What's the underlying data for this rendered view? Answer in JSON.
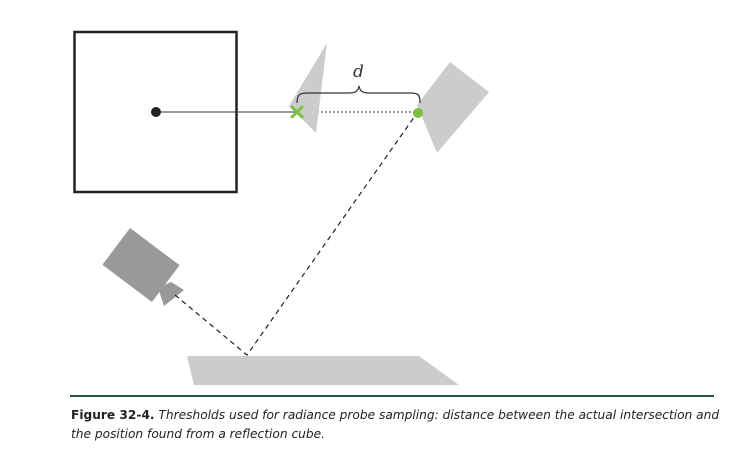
{
  "figure": {
    "distance_label": "d"
  },
  "caption": {
    "number": "Figure 32-4.",
    "text": "Thresholds used for radiance probe sampling: distance between the actual intersection and the position found from a reflection cube."
  },
  "colors": {
    "outline": "#222222",
    "shape_gray": "#cccccc",
    "camera_gray": "#999999",
    "marker_green": "#7ac142",
    "caption_rule": "#24504a"
  }
}
